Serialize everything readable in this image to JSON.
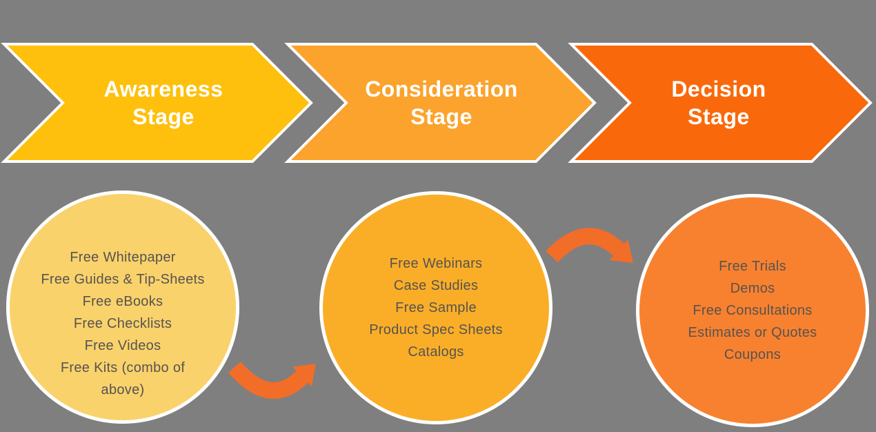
{
  "colors": {
    "background": "#7F7F7F",
    "outline": "#FFFFFF",
    "arrow": "#F26D28",
    "stage_title_text": "#FFFFFF",
    "circle_text": "#57534F"
  },
  "stages": [
    {
      "title": "Awareness Stage",
      "title_line1": "Awareness",
      "title_line2": "Stage",
      "chevron_color": "#FEC00D",
      "circle_color": "#F9D26C",
      "offers": [
        "Free Whitepaper",
        "Free Guides & Tip-Sheets",
        "Free eBooks",
        "Free Checklists",
        "Free Videos",
        "Free Kits (combo of above)"
      ]
    },
    {
      "title": "Consideration Stage",
      "title_line1": "Consideration",
      "title_line2": "Stage",
      "chevron_color": "#FBA32D",
      "circle_color": "#FAAE28",
      "offers": [
        "Free Webinars",
        "Case Studies",
        "Free Sample",
        "Product Spec Sheets",
        "Catalogs"
      ]
    },
    {
      "title": "Decision Stage",
      "title_line1": "Decision",
      "title_line2": "Stage",
      "chevron_color": "#F9690B",
      "circle_color": "#F8812F",
      "offers": [
        "Free Trials",
        "Demos",
        "Free Consultations",
        "Estimates or Quotes",
        "Coupons"
      ]
    }
  ]
}
